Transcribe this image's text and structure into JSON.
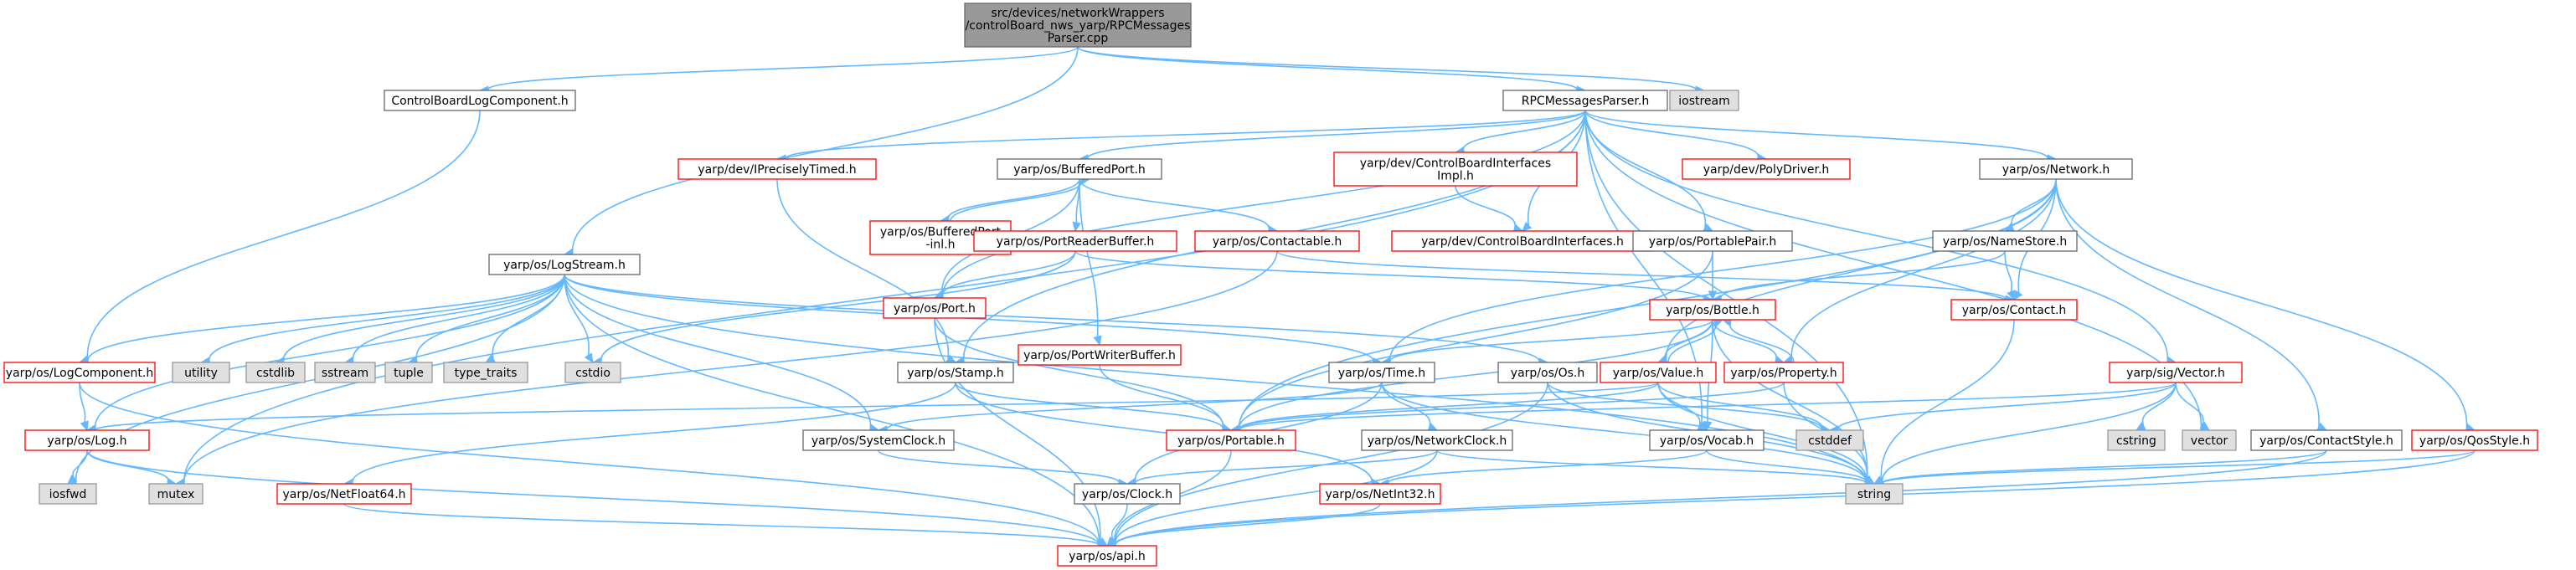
{
  "diagram": {
    "nodes": [
      {
        "id": "root",
        "lines": [
          "src/devices/networkWrappers",
          "/controlBoard_nws_yarp/RPCMessages",
          "Parser.cpp"
        ],
        "kind": "root"
      },
      {
        "id": "cblog",
        "lines": [
          "ControlBoardLogComponent.h"
        ],
        "kind": "normal"
      },
      {
        "id": "rpc",
        "lines": [
          "RPCMessagesParser.h"
        ],
        "kind": "normal"
      },
      {
        "id": "iostream",
        "lines": [
          "iostream"
        ],
        "kind": "system"
      },
      {
        "id": "logstream",
        "lines": [
          "yarp/os/LogStream.h"
        ],
        "kind": "normal"
      },
      {
        "id": "iprecise",
        "lines": [
          "yarp/dev/IPreciselyTimed.h"
        ],
        "kind": "link"
      },
      {
        "id": "bufport",
        "lines": [
          "yarp/os/BufferedPort.h"
        ],
        "kind": "normal"
      },
      {
        "id": "cbiimpl",
        "lines": [
          "yarp/dev/ControlBoardInterfaces",
          "Impl.h"
        ],
        "kind": "link"
      },
      {
        "id": "polydriver",
        "lines": [
          "yarp/dev/PolyDriver.h"
        ],
        "kind": "link"
      },
      {
        "id": "network",
        "lines": [
          "yarp/os/Network.h"
        ],
        "kind": "normal"
      },
      {
        "id": "bufportinl",
        "lines": [
          "yarp/os/BufferedPort",
          "-inl.h"
        ],
        "kind": "link"
      },
      {
        "id": "portreaderbuf",
        "lines": [
          "yarp/os/PortReaderBuffer.h"
        ],
        "kind": "link"
      },
      {
        "id": "contactable",
        "lines": [
          "yarp/os/Contactable.h"
        ],
        "kind": "link"
      },
      {
        "id": "cbi",
        "lines": [
          "yarp/dev/ControlBoardInterfaces.h"
        ],
        "kind": "link"
      },
      {
        "id": "portablepair",
        "lines": [
          "yarp/os/PortablePair.h"
        ],
        "kind": "normal"
      },
      {
        "id": "namestore",
        "lines": [
          "yarp/os/NameStore.h"
        ],
        "kind": "normal"
      },
      {
        "id": "port",
        "lines": [
          "yarp/os/Port.h"
        ],
        "kind": "link"
      },
      {
        "id": "portwriterbuf",
        "lines": [
          "yarp/os/PortWriterBuffer.h"
        ],
        "kind": "link"
      },
      {
        "id": "contact",
        "lines": [
          "yarp/os/Contact.h"
        ],
        "kind": "link"
      },
      {
        "id": "bottle",
        "lines": [
          "yarp/os/Bottle.h"
        ],
        "kind": "link"
      },
      {
        "id": "logcomp",
        "lines": [
          "yarp/os/LogComponent.h"
        ],
        "kind": "link"
      },
      {
        "id": "utility",
        "lines": [
          "utility"
        ],
        "kind": "system"
      },
      {
        "id": "cstdlib",
        "lines": [
          "cstdlib"
        ],
        "kind": "system"
      },
      {
        "id": "sstream",
        "lines": [
          "sstream"
        ],
        "kind": "system"
      },
      {
        "id": "tuple",
        "lines": [
          "tuple"
        ],
        "kind": "system"
      },
      {
        "id": "typetraits",
        "lines": [
          "type_traits"
        ],
        "kind": "system"
      },
      {
        "id": "cstdio",
        "lines": [
          "cstdio"
        ],
        "kind": "system"
      },
      {
        "id": "stamp",
        "lines": [
          "yarp/os/Stamp.h"
        ],
        "kind": "normal"
      },
      {
        "id": "time",
        "lines": [
          "yarp/os/Time.h"
        ],
        "kind": "normal"
      },
      {
        "id": "os",
        "lines": [
          "yarp/os/Os.h"
        ],
        "kind": "normal"
      },
      {
        "id": "value",
        "lines": [
          "yarp/os/Value.h"
        ],
        "kind": "link"
      },
      {
        "id": "property",
        "lines": [
          "yarp/os/Property.h"
        ],
        "kind": "link"
      },
      {
        "id": "sigvector",
        "lines": [
          "yarp/sig/Vector.h"
        ],
        "kind": "link"
      },
      {
        "id": "log",
        "lines": [
          "yarp/os/Log.h"
        ],
        "kind": "link"
      },
      {
        "id": "systemclock",
        "lines": [
          "yarp/os/SystemClock.h"
        ],
        "kind": "normal"
      },
      {
        "id": "portable",
        "lines": [
          "yarp/os/Portable.h"
        ],
        "kind": "link"
      },
      {
        "id": "networkclock",
        "lines": [
          "yarp/os/NetworkClock.h"
        ],
        "kind": "normal"
      },
      {
        "id": "cstddef",
        "lines": [
          "cstddef"
        ],
        "kind": "system"
      },
      {
        "id": "vocab",
        "lines": [
          "yarp/os/Vocab.h"
        ],
        "kind": "normal"
      },
      {
        "id": "cstring",
        "lines": [
          "cstring"
        ],
        "kind": "system"
      },
      {
        "id": "vector",
        "lines": [
          "vector"
        ],
        "kind": "system"
      },
      {
        "id": "contactstyle",
        "lines": [
          "yarp/os/ContactStyle.h"
        ],
        "kind": "normal"
      },
      {
        "id": "qosstyle",
        "lines": [
          "yarp/os/QosStyle.h"
        ],
        "kind": "link"
      },
      {
        "id": "iosfwd",
        "lines": [
          "iosfwd"
        ],
        "kind": "system"
      },
      {
        "id": "mutex",
        "lines": [
          "mutex"
        ],
        "kind": "system"
      },
      {
        "id": "netfloat64",
        "lines": [
          "yarp/os/NetFloat64.h"
        ],
        "kind": "link"
      },
      {
        "id": "clock",
        "lines": [
          "yarp/os/Clock.h"
        ],
        "kind": "normal"
      },
      {
        "id": "netint32",
        "lines": [
          "yarp/os/NetInt32.h"
        ],
        "kind": "link"
      },
      {
        "id": "string",
        "lines": [
          "string"
        ],
        "kind": "system"
      },
      {
        "id": "api",
        "lines": [
          "yarp/os/api.h"
        ],
        "kind": "link"
      }
    ],
    "edges": [
      [
        "root",
        "cblog"
      ],
      [
        "root",
        "rpc"
      ],
      [
        "root",
        "iostream"
      ],
      [
        "root",
        "logstream"
      ],
      [
        "cblog",
        "logcomp"
      ],
      [
        "rpc",
        "iprecise"
      ],
      [
        "rpc",
        "bufport"
      ],
      [
        "rpc",
        "cbiimpl"
      ],
      [
        "rpc",
        "cbi"
      ],
      [
        "rpc",
        "polydriver"
      ],
      [
        "rpc",
        "network"
      ],
      [
        "rpc",
        "portablepair"
      ],
      [
        "rpc",
        "port"
      ],
      [
        "rpc",
        "stamp"
      ],
      [
        "rpc",
        "mutex"
      ],
      [
        "rpc",
        "vocab"
      ],
      [
        "rpc",
        "sigvector"
      ],
      [
        "rpc",
        "vector"
      ],
      [
        "rpc",
        "string"
      ],
      [
        "iprecise",
        "stamp"
      ],
      [
        "bufport",
        "bufportinl"
      ],
      [
        "bufportinl",
        "bufport"
      ],
      [
        "bufport",
        "portreaderbuf"
      ],
      [
        "bufport",
        "contactable"
      ],
      [
        "bufport",
        "portwriterbuf"
      ],
      [
        "bufport",
        "port"
      ],
      [
        "cbiimpl",
        "cbi"
      ],
      [
        "portreaderbuf",
        "port"
      ],
      [
        "portreaderbuf",
        "cstdio"
      ],
      [
        "portreaderbuf",
        "bottle"
      ],
      [
        "contactable",
        "mutex"
      ],
      [
        "contactable",
        "contact"
      ],
      [
        "port",
        "portable"
      ],
      [
        "port",
        "api"
      ],
      [
        "portwriterbuf",
        "portable"
      ],
      [
        "network",
        "namestore"
      ],
      [
        "network",
        "contact"
      ],
      [
        "network",
        "portable"
      ],
      [
        "network",
        "value"
      ],
      [
        "network",
        "property"
      ],
      [
        "network",
        "contactstyle"
      ],
      [
        "network",
        "qosstyle"
      ],
      [
        "network",
        "time"
      ],
      [
        "namestore",
        "contact"
      ],
      [
        "namestore",
        "bottle"
      ],
      [
        "portablepair",
        "portable"
      ],
      [
        "portablepair",
        "bottle"
      ],
      [
        "contact",
        "string"
      ],
      [
        "logstream",
        "logcomp"
      ],
      [
        "logstream",
        "utility"
      ],
      [
        "logstream",
        "cstdlib"
      ],
      [
        "logstream",
        "sstream"
      ],
      [
        "logstream",
        "tuple"
      ],
      [
        "logstream",
        "typetraits"
      ],
      [
        "logstream",
        "cstdio"
      ],
      [
        "logstream",
        "iosfwd"
      ],
      [
        "logstream",
        "log"
      ],
      [
        "logstream",
        "systemclock"
      ],
      [
        "logstream",
        "time"
      ],
      [
        "logstream",
        "os"
      ],
      [
        "logstream",
        "string"
      ],
      [
        "logstream",
        "api"
      ],
      [
        "logcomp",
        "log"
      ],
      [
        "logcomp",
        "api"
      ],
      [
        "log",
        "iosfwd"
      ],
      [
        "log",
        "mutex"
      ],
      [
        "log",
        "api"
      ],
      [
        "stamp",
        "portable"
      ],
      [
        "stamp",
        "netfloat64"
      ],
      [
        "stamp",
        "netint32"
      ],
      [
        "time",
        "systemclock"
      ],
      [
        "time",
        "networkclock"
      ],
      [
        "time",
        "clock"
      ],
      [
        "time",
        "string"
      ],
      [
        "os",
        "cstddef"
      ],
      [
        "os",
        "string"
      ],
      [
        "os",
        "api"
      ],
      [
        "bottle",
        "value"
      ],
      [
        "bottle",
        "property"
      ],
      [
        "bottle",
        "portable"
      ],
      [
        "bottle",
        "vocab"
      ],
      [
        "bottle",
        "string"
      ],
      [
        "bottle",
        "time"
      ],
      [
        "value",
        "bottle"
      ],
      [
        "value",
        "portable"
      ],
      [
        "value",
        "vocab"
      ],
      [
        "value",
        "cstddef"
      ],
      [
        "value",
        "string"
      ],
      [
        "value",
        "log"
      ],
      [
        "property",
        "bottle"
      ],
      [
        "property",
        "portable"
      ],
      [
        "property",
        "string"
      ],
      [
        "sigvector",
        "cstring"
      ],
      [
        "sigvector",
        "vector"
      ],
      [
        "sigvector",
        "cstddef"
      ],
      [
        "sigvector",
        "string"
      ],
      [
        "sigvector",
        "portable"
      ],
      [
        "systemclock",
        "clock"
      ],
      [
        "portable",
        "api"
      ],
      [
        "networkclock",
        "clock"
      ],
      [
        "networkclock",
        "string"
      ],
      [
        "networkclock",
        "api"
      ],
      [
        "vocab",
        "string"
      ],
      [
        "vocab",
        "netint32"
      ],
      [
        "contactstyle",
        "string"
      ],
      [
        "contactstyle",
        "api"
      ],
      [
        "qosstyle",
        "string"
      ],
      [
        "qosstyle",
        "api"
      ],
      [
        "netfloat64",
        "api"
      ],
      [
        "clock",
        "api"
      ],
      [
        "netint32",
        "api"
      ]
    ]
  }
}
